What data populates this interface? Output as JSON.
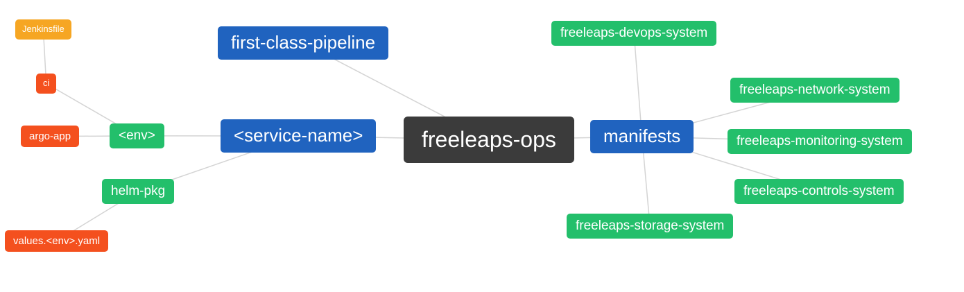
{
  "diagram": {
    "type": "mindmap",
    "root": "freeleaps-ops"
  },
  "colors": {
    "blue": "#2063bf",
    "green": "#23bf6b",
    "red": "#f4501e",
    "orange": "#f6a623",
    "dark": "#3b3b3b",
    "edge": "#d4d4d4",
    "text": "#ffffff",
    "background": "#ffffff"
  },
  "nodes": {
    "jenkinsfile": {
      "label": "Jenkinsfile"
    },
    "ci": {
      "label": "ci"
    },
    "argo_app": {
      "label": "argo-app"
    },
    "env": {
      "label": "<env>"
    },
    "helm_pkg": {
      "label": "helm-pkg"
    },
    "values_env_yaml": {
      "label": "values.<env>.yaml"
    },
    "first_class_pipeline": {
      "label": "first-class-pipeline"
    },
    "service_name": {
      "label": "<service-name>"
    },
    "freeleaps_ops": {
      "label": "freeleaps-ops"
    },
    "manifests": {
      "label": "manifests"
    },
    "devops_system": {
      "label": "freeleaps-devops-system"
    },
    "network_system": {
      "label": "freeleaps-network-system"
    },
    "monitoring_system": {
      "label": "freeleaps-monitoring-system"
    },
    "controls_system": {
      "label": "freeleaps-controls-system"
    },
    "storage_system": {
      "label": "freeleaps-storage-system"
    }
  },
  "edges": [
    [
      "jenkinsfile",
      "ci"
    ],
    [
      "ci",
      "env"
    ],
    [
      "argo_app",
      "env"
    ],
    [
      "env",
      "service_name"
    ],
    [
      "values_env_yaml",
      "helm_pkg"
    ],
    [
      "helm_pkg",
      "service_name"
    ],
    [
      "first_class_pipeline",
      "freeleaps_ops"
    ],
    [
      "service_name",
      "freeleaps_ops"
    ],
    [
      "freeleaps_ops",
      "manifests"
    ],
    [
      "manifests",
      "devops_system"
    ],
    [
      "manifests",
      "network_system"
    ],
    [
      "manifests",
      "monitoring_system"
    ],
    [
      "manifests",
      "controls_system"
    ],
    [
      "manifests",
      "storage_system"
    ]
  ]
}
